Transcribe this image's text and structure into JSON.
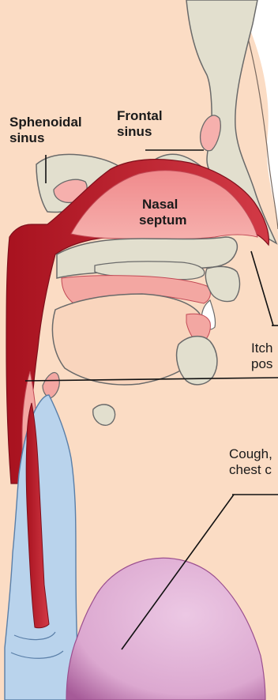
{
  "labels": {
    "sphenoidal_line1": "Sphenoidal",
    "sphenoidal_line2": "sinus",
    "frontal_line1": "Frontal",
    "frontal_line2": "sinus",
    "nasal_line1": "Nasal",
    "nasal_line2": "septum",
    "itch_line1": "Itch",
    "itch_line2": "pos",
    "cough_line1": "Cough,",
    "cough_line2": "chest c"
  },
  "colors": {
    "skin": "#fbdcc4",
    "bone": "#e2dfce",
    "bone_outline": "#6a6a6a",
    "mucosa_dark": "#b5182c",
    "mucosa_light": "#f2a0a0",
    "trachea": "#b9d3ec",
    "lung": "#e4b6d8",
    "lung_dark": "#b066a4",
    "line": "#111111"
  }
}
